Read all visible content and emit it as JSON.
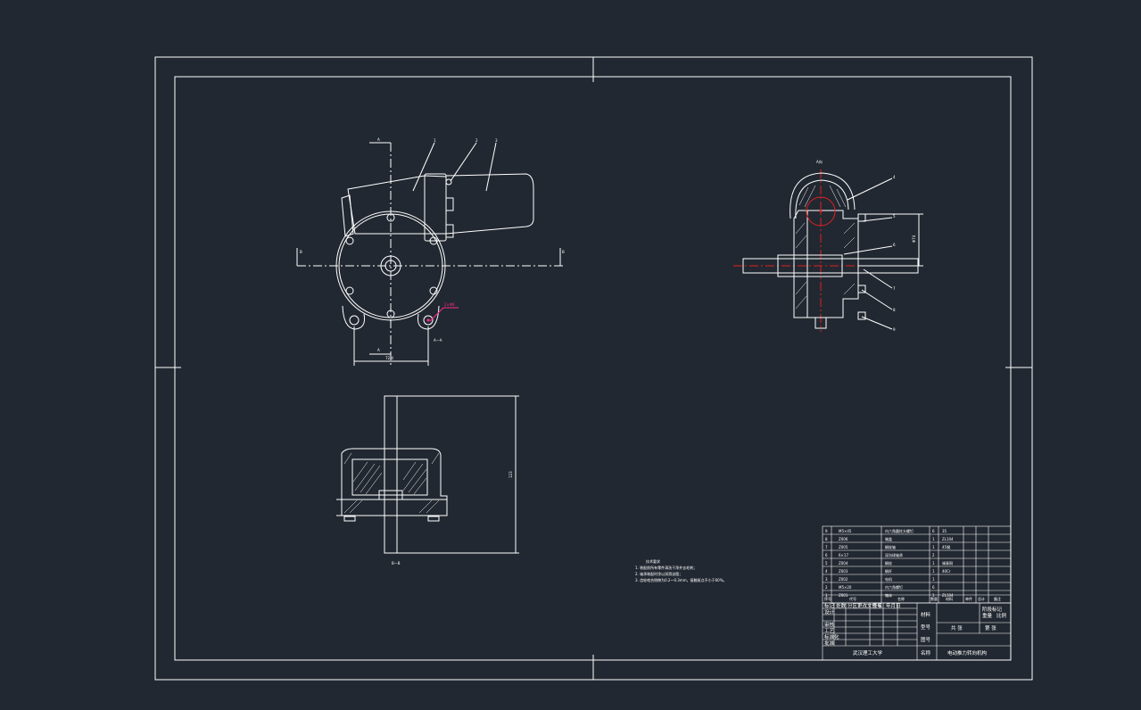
{
  "colors": {
    "background": "#222831",
    "lines": "#ffffff",
    "centerline": "#e02020",
    "dimension_callout": "#ff2a8a"
  },
  "front_view": {
    "section_label_top": "A",
    "section_label_bottom": "A",
    "section_label_left": "B",
    "section_label_right": "B",
    "leaders": [
      "1",
      "2",
      "3"
    ],
    "callout": "2×Φ9",
    "dimension_width": "72.4",
    "bottom_note": "A—A"
  },
  "side_view": {
    "title_label": "A向",
    "dimension_height": "Φ74",
    "leaders": [
      "4",
      "5",
      "6",
      "7",
      "8",
      "9"
    ]
  },
  "section_view": {
    "dimension_height": "123",
    "caption": "B—B"
  },
  "notes": {
    "title": "技术要求",
    "items": [
      "1. 装配前所有零件清洗干净并去毛刺；",
      "2. 轴承装配时涂以润滑油脂；",
      "3. 齿轮啮合侧隙为0.2～0.3mm，接触斑点不小于60%。"
    ]
  },
  "bom": {
    "rows": [
      {
        "no": "9",
        "code": "M5×45",
        "name": "内六角圆柱头螺钉",
        "qty": "6",
        "material": "35",
        "note": ""
      },
      {
        "no": "8",
        "code": "Z006",
        "name": "端盖",
        "qty": "1",
        "material": "ZL104",
        "note": ""
      },
      {
        "no": "7",
        "code": "Z005",
        "name": "蜗轮轴",
        "qty": "1",
        "material": "45钢",
        "note": ""
      },
      {
        "no": "6",
        "code": "6×17",
        "name": "深沟球轴承",
        "qty": "2",
        "material": "",
        "note": ""
      },
      {
        "no": "5",
        "code": "Z004",
        "name": "蜗轮",
        "qty": "1",
        "material": "锡青铜",
        "note": ""
      },
      {
        "no": "4",
        "code": "Z003",
        "name": "蜗杆",
        "qty": "1",
        "material": "40Cr",
        "note": ""
      },
      {
        "no": "3",
        "code": "Z002",
        "name": "电机",
        "qty": "1",
        "material": "",
        "note": ""
      },
      {
        "no": "2",
        "code": "M5×20",
        "name": "内六角螺钉",
        "qty": "6",
        "material": "",
        "note": ""
      },
      {
        "no": "1",
        "code": "Z001",
        "name": "箱体",
        "qty": "1",
        "material": "ZL104",
        "note": ""
      }
    ],
    "header": {
      "no": "序号",
      "code": "代号",
      "name": "名称",
      "qty": "数量",
      "material": "材料",
      "unit_weight": "单件",
      "total_weight": "总计",
      "note": "备注"
    }
  },
  "title_block": {
    "marks_header": [
      "标记",
      "处数",
      "分区",
      "更改文件号",
      "签名",
      "年月日"
    ],
    "roles": [
      "设计",
      "审核",
      "工艺",
      "标准化",
      "批准"
    ],
    "material_label": "材料",
    "stage_label": "阶段标记",
    "weight_label": "重量",
    "scale_label": "比例",
    "model_label": "型号",
    "sheet_total": "共 张",
    "sheet_no": "第 张",
    "drawing_no_label": "图号",
    "name_label": "名称",
    "school": "武汉理工大学",
    "title": "电动推力转向机构"
  }
}
